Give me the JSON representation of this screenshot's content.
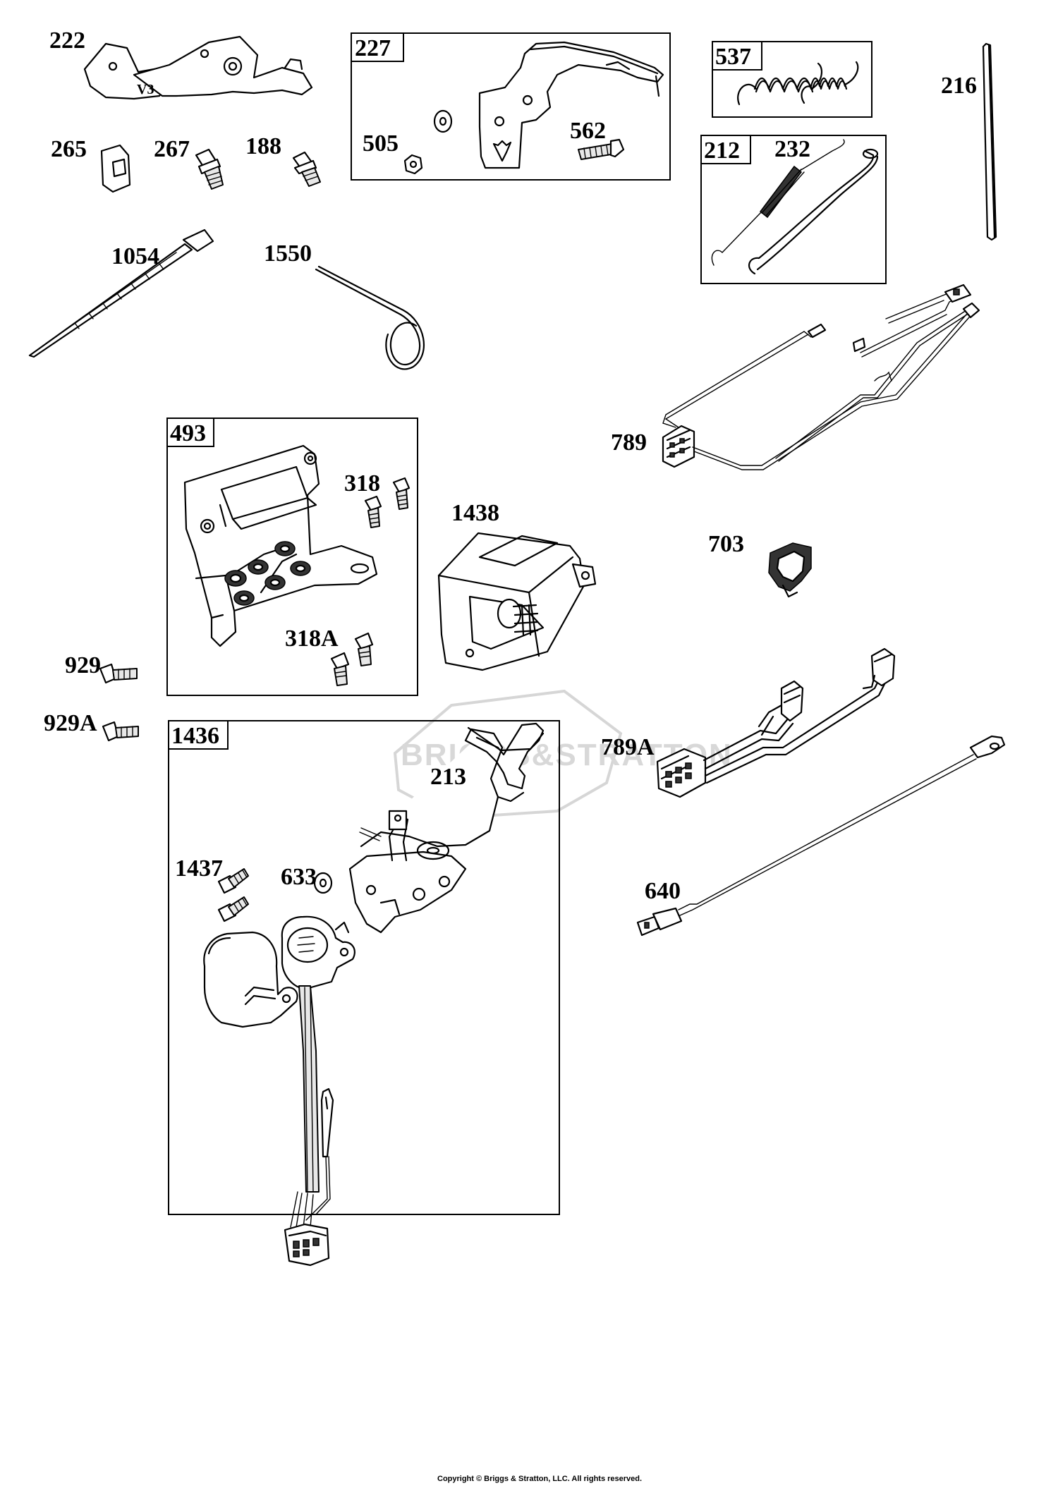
{
  "watermark": "BRIGGS&STRATTON",
  "copyright": "Copyright © Briggs & Stratton, LLC. All rights reserved.",
  "parts": {
    "p222": "222",
    "p222_mark": "V3",
    "p265": "265",
    "p267": "267",
    "p188": "188",
    "p227": "227",
    "p505": "505",
    "p562": "562",
    "p537": "537",
    "p212": "212",
    "p232": "232",
    "p216": "216",
    "p1054": "1054",
    "p1550": "1550",
    "p789": "789",
    "p493": "493",
    "p318": "318",
    "p318a": "318A",
    "p1438": "1438",
    "p703": "703",
    "p929": "929",
    "p929a": "929A",
    "p1436": "1436",
    "p213": "213",
    "p789a": "789A",
    "p1437": "1437",
    "p633": "633",
    "p640": "640"
  }
}
